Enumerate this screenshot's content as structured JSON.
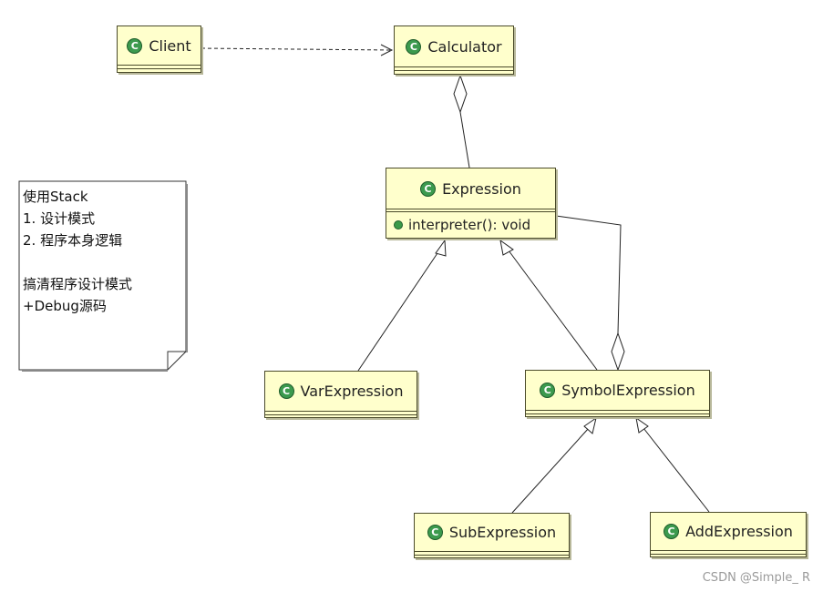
{
  "classes": {
    "client": {
      "name": "Client"
    },
    "calculator": {
      "name": "Calculator"
    },
    "expression": {
      "name": "Expression",
      "operation": "interpreter(): void"
    },
    "var_expression": {
      "name": "VarExpression"
    },
    "symbol_expression": {
      "name": "SymbolExpression"
    },
    "sub_expression": {
      "name": "SubExpression"
    },
    "add_expression": {
      "name": "AddExpression"
    }
  },
  "icon_glyph": "C",
  "note": {
    "lines": [
      "使用Stack",
      "1. 设计模式",
      "2. 程序本身逻辑",
      "",
      "搞清程序设计模式",
      "+Debug源码"
    ]
  },
  "watermark": "CSDN @Simple_ R",
  "colors": {
    "class_fill": "#ffffcc",
    "class_border": "#4a4a2a",
    "icon_green": "#3c9a4e"
  }
}
